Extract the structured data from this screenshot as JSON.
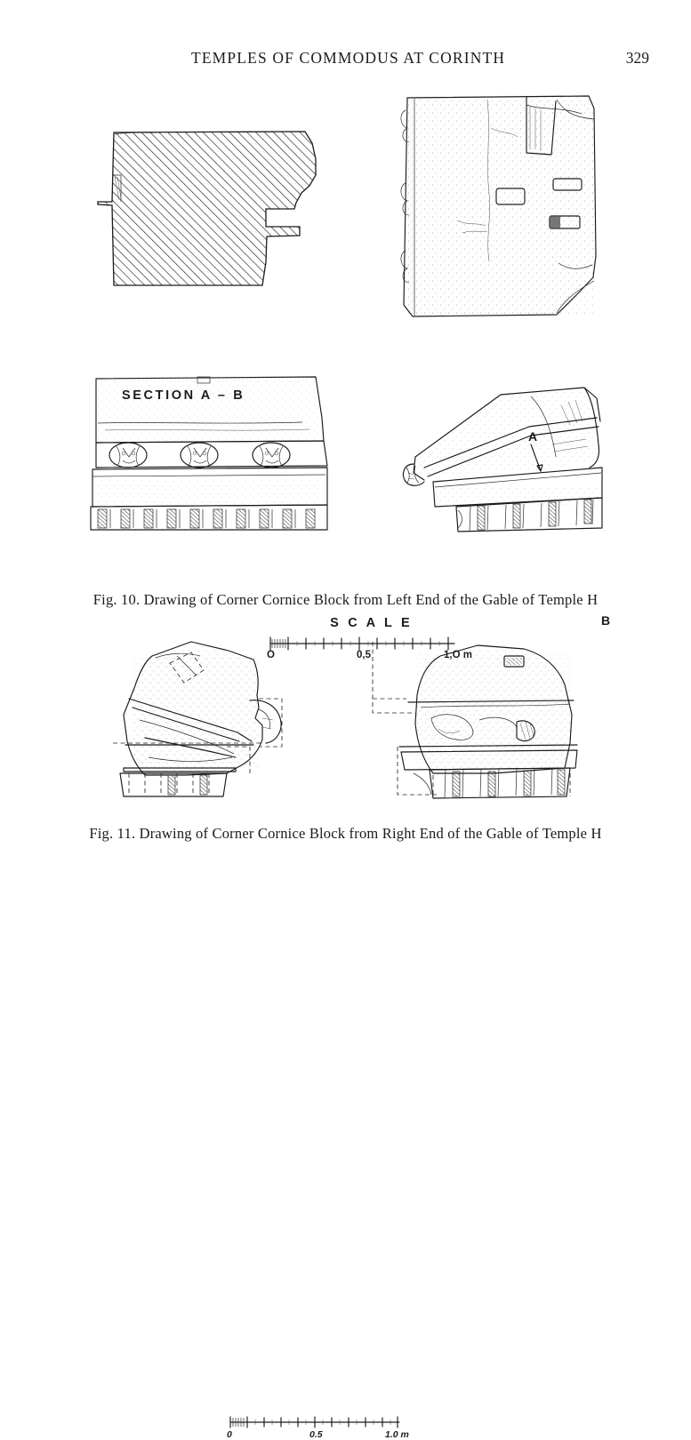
{
  "page": {
    "header_title": "TEMPLES OF COMMODUS AT CORINTH",
    "page_number": "329",
    "background_color": "#ffffff",
    "ink_color": "#1a1a1a"
  },
  "figures": [
    {
      "id": "fig-10",
      "caption": "Fig. 10.  Drawing of Corner Cornice Block from Left End of the Gable of Temple H",
      "labels": {
        "section": "SECTION  A – B",
        "point_a": "A",
        "point_b": "B"
      },
      "views": [
        {
          "name": "section-a-b",
          "description": "hatched cross-section of cornice block"
        },
        {
          "name": "top-plan",
          "description": "top plan of block with cuttings"
        },
        {
          "name": "front-elevation",
          "description": "front elevation with three lion-head waterspouts over dentil course"
        },
        {
          "name": "perspective-right",
          "description": "three-quarter perspective of raking corner with lion head and dentils"
        }
      ],
      "scale": {
        "title": "S C A L E",
        "ticks": [
          "O",
          "0,5",
          "1,O m"
        ],
        "subdivisions": 10
      }
    },
    {
      "id": "fig-11",
      "caption": "Fig. 11.  Drawing of Corner Cornice Block from Right End of the Gable of Temple H",
      "views": [
        {
          "name": "perspective-left",
          "description": "weathered corner block, three-quarter view with dashed restoration lines"
        },
        {
          "name": "elevation-right",
          "description": "weathered front elevation with dentil course below"
        }
      ],
      "scale": {
        "title": "",
        "ticks": [
          "0",
          "0.5",
          "1.0 m"
        ],
        "subdivisions": 10
      }
    }
  ]
}
